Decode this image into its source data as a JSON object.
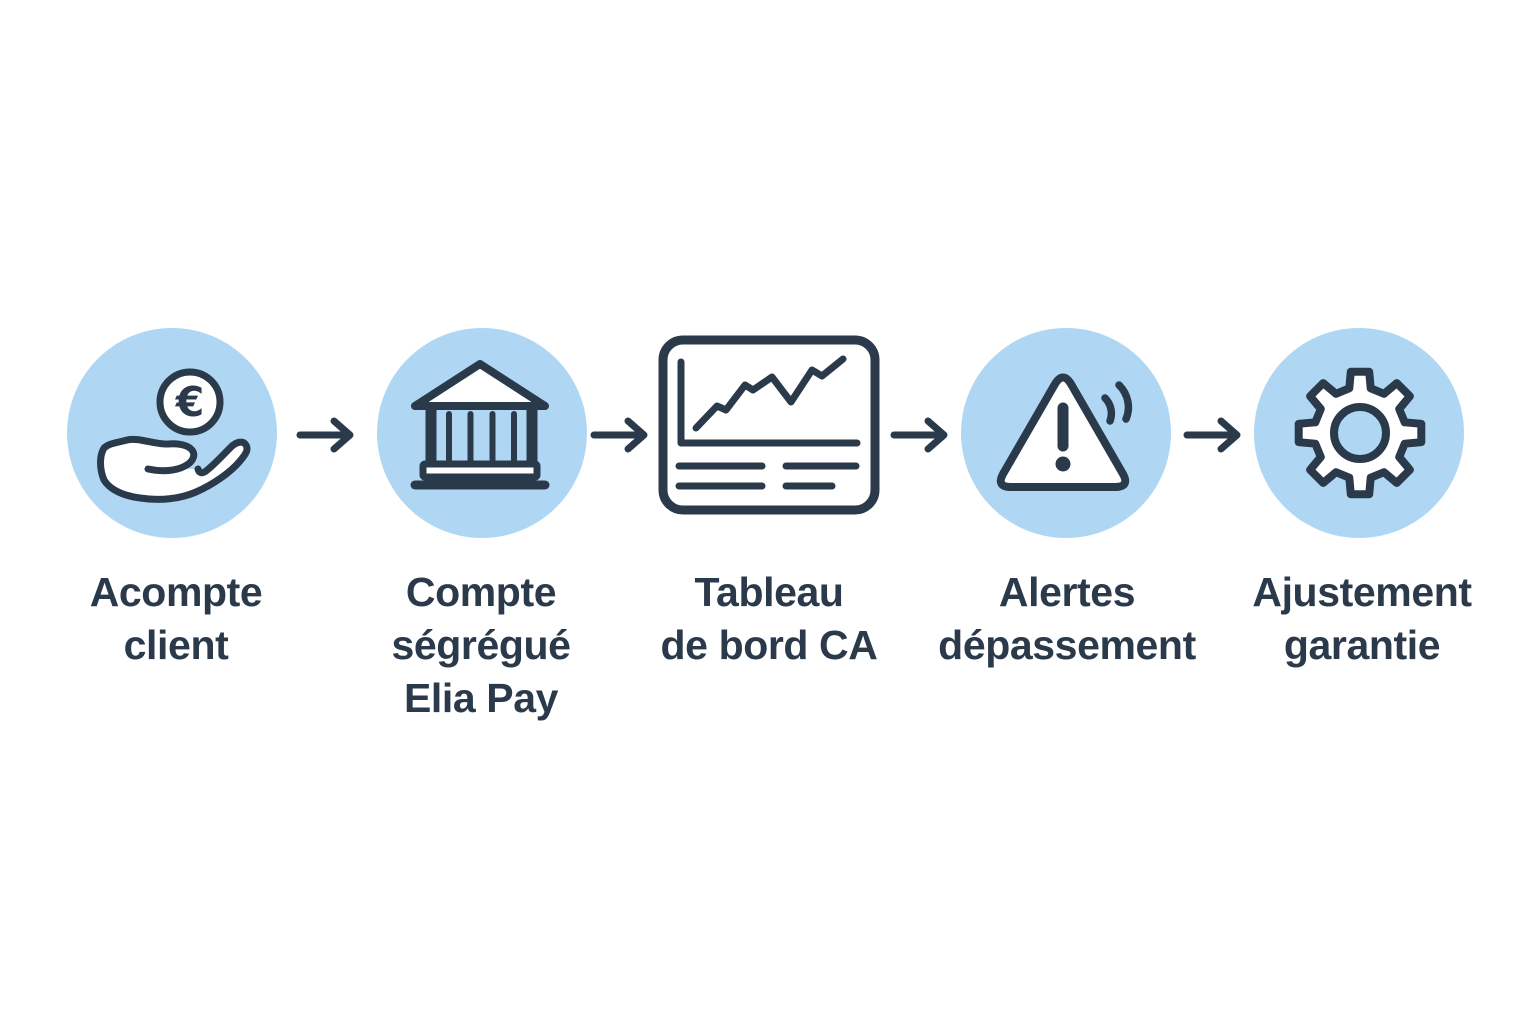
{
  "palette": {
    "accent_blue": "#AFD7F3",
    "navy": "#2B3A4B",
    "background": "#FFFFFF"
  },
  "diagram": {
    "type": "horizontal-process-flow",
    "connector": "arrow-right",
    "icons": {
      "euro_symbol": "€"
    },
    "steps": [
      {
        "id": "acompte-client",
        "icon": "hand-euro-icon",
        "label": "Acompte client",
        "lines": [
          "Acompte",
          "client"
        ]
      },
      {
        "id": "compte-segregue",
        "icon": "bank-icon",
        "label": "Compte ségrégué Elia Pay",
        "lines": [
          "Compte",
          "ségrégué",
          "Elia Pay"
        ]
      },
      {
        "id": "tableau-de-bord",
        "icon": "dashboard-chart-icon",
        "label": "Tableau de bord CA",
        "lines": [
          "Tableau",
          "de bord CA"
        ]
      },
      {
        "id": "alertes",
        "icon": "warning-alert-icon",
        "label": "Alertes dépassement",
        "lines": [
          "Alertes",
          "dépassement"
        ]
      },
      {
        "id": "ajustement",
        "icon": "gear-icon",
        "label": "Ajustement garantie",
        "lines": [
          "Ajustement",
          "garantie"
        ]
      }
    ]
  }
}
